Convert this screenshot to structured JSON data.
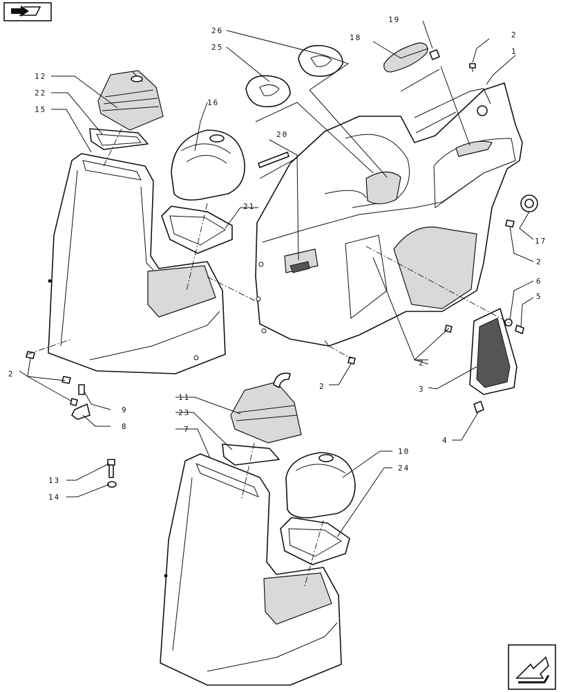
{
  "diagram": {
    "labels": [
      {
        "id": "l1",
        "text": "1"
      },
      {
        "id": "l2a",
        "text": "2"
      },
      {
        "id": "l2b",
        "text": "2"
      },
      {
        "id": "l2c",
        "text": "2"
      },
      {
        "id": "l2d",
        "text": "2"
      },
      {
        "id": "l2e",
        "text": "2"
      },
      {
        "id": "l3",
        "text": "3"
      },
      {
        "id": "l4",
        "text": "4"
      },
      {
        "id": "l5",
        "text": "5"
      },
      {
        "id": "l6",
        "text": "6"
      },
      {
        "id": "l7",
        "text": "7"
      },
      {
        "id": "l8",
        "text": "8"
      },
      {
        "id": "l9",
        "text": "9"
      },
      {
        "id": "l10",
        "text": "10"
      },
      {
        "id": "l11",
        "text": "11"
      },
      {
        "id": "l12",
        "text": "12"
      },
      {
        "id": "l13",
        "text": "13"
      },
      {
        "id": "l14",
        "text": "14"
      },
      {
        "id": "l15",
        "text": "15"
      },
      {
        "id": "l16",
        "text": "16"
      },
      {
        "id": "l17",
        "text": "17"
      },
      {
        "id": "l18",
        "text": "18"
      },
      {
        "id": "l19",
        "text": "19"
      },
      {
        "id": "l20",
        "text": "20"
      },
      {
        "id": "l21",
        "text": "21"
      },
      {
        "id": "l22",
        "text": "22"
      },
      {
        "id": "l23",
        "text": "23"
      },
      {
        "id": "l24",
        "text": "24"
      },
      {
        "id": "l25",
        "text": "25"
      },
      {
        "id": "l26",
        "text": "26"
      }
    ]
  },
  "nav": {
    "top_icon": "book-arrow-icon",
    "bottom_icon": "next-page-arrow-icon"
  },
  "colors": {
    "ink": "#111111",
    "paper": "#ffffff",
    "shade": "#d9d9d9",
    "mesh": "#555555"
  }
}
